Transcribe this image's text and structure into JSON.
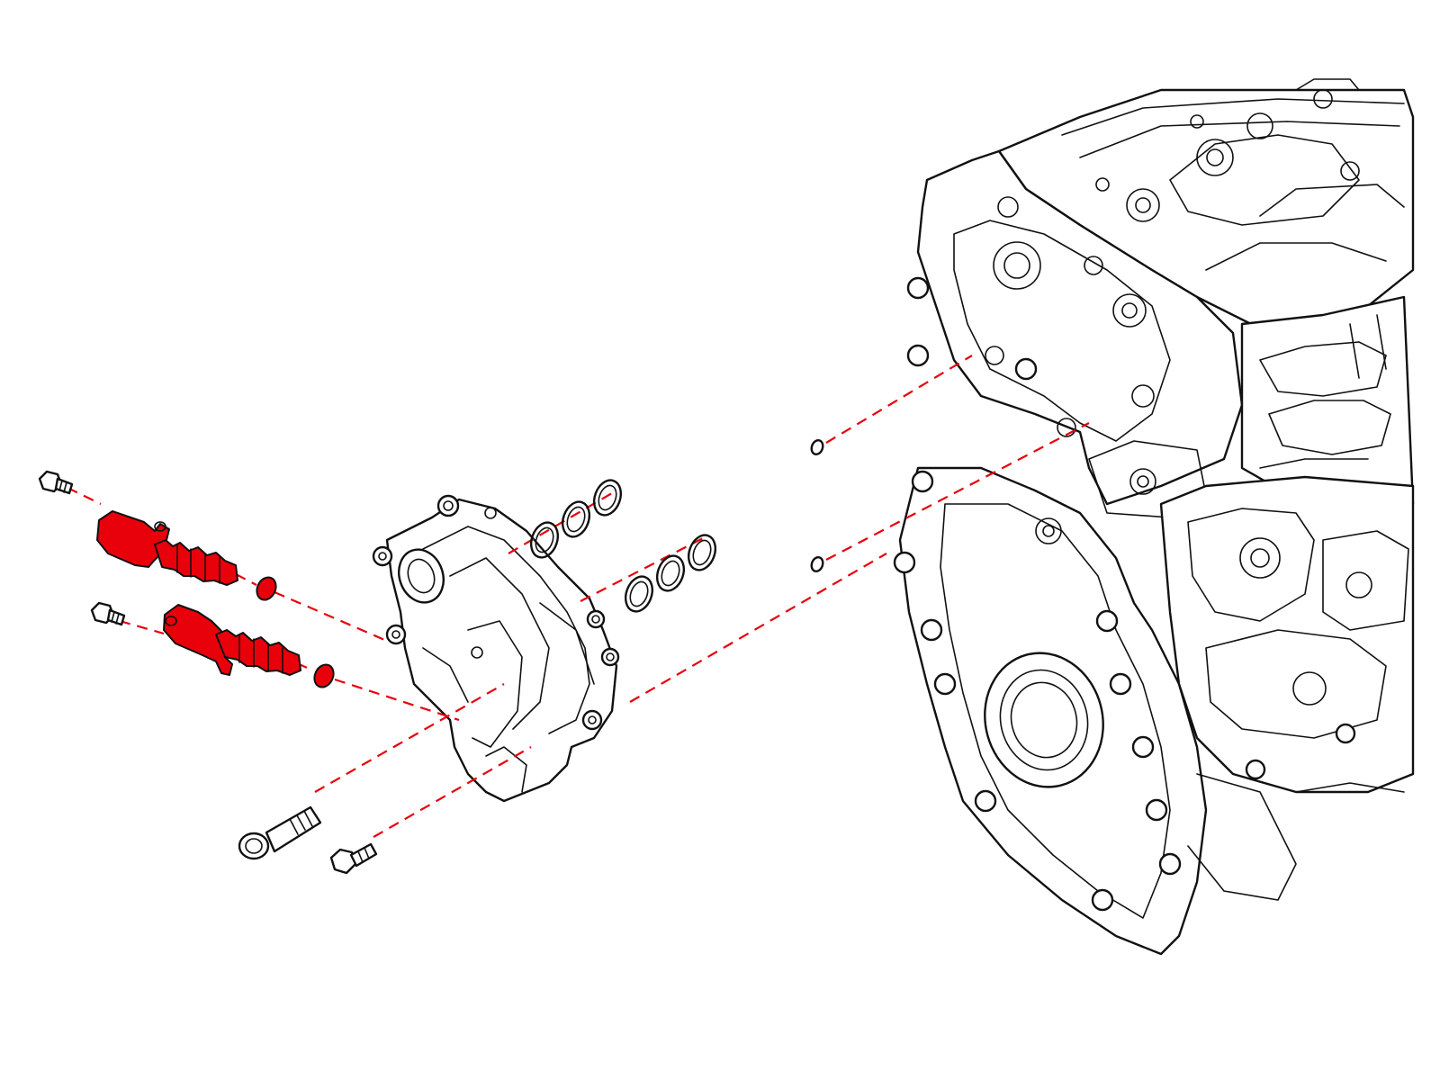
{
  "diagram": {
    "highlight_color": "#e8000b",
    "line_color": "#111111",
    "background": "#ffffff",
    "components": [
      {
        "id": "engine-block",
        "icon": "engine-block-icon"
      },
      {
        "id": "front-cover",
        "icon": "front-cover-icon"
      },
      {
        "id": "oil-control-solenoid-upper",
        "icon": "solenoid-valve-icon",
        "highlighted": true
      },
      {
        "id": "oil-control-solenoid-lower",
        "icon": "solenoid-valve-icon",
        "highlighted": true
      },
      {
        "id": "solenoid-o-ring-upper",
        "icon": "o-ring-icon",
        "highlighted": true
      },
      {
        "id": "solenoid-o-ring-lower",
        "icon": "o-ring-icon",
        "highlighted": true
      },
      {
        "id": "solenoid-bolt-upper",
        "icon": "bolt-icon"
      },
      {
        "id": "solenoid-bolt-lower",
        "icon": "bolt-icon"
      },
      {
        "id": "cover-seal-rings-upper",
        "icon": "seal-ring-icon",
        "count": 3
      },
      {
        "id": "cover-seal-rings-lower",
        "icon": "seal-ring-icon",
        "count": 3
      },
      {
        "id": "block-o-ring-upper",
        "icon": "o-ring-icon"
      },
      {
        "id": "block-o-ring-lower",
        "icon": "o-ring-icon"
      },
      {
        "id": "long-mounting-bolt",
        "icon": "bolt-icon"
      },
      {
        "id": "short-mounting-bolt",
        "icon": "bolt-icon"
      }
    ]
  }
}
